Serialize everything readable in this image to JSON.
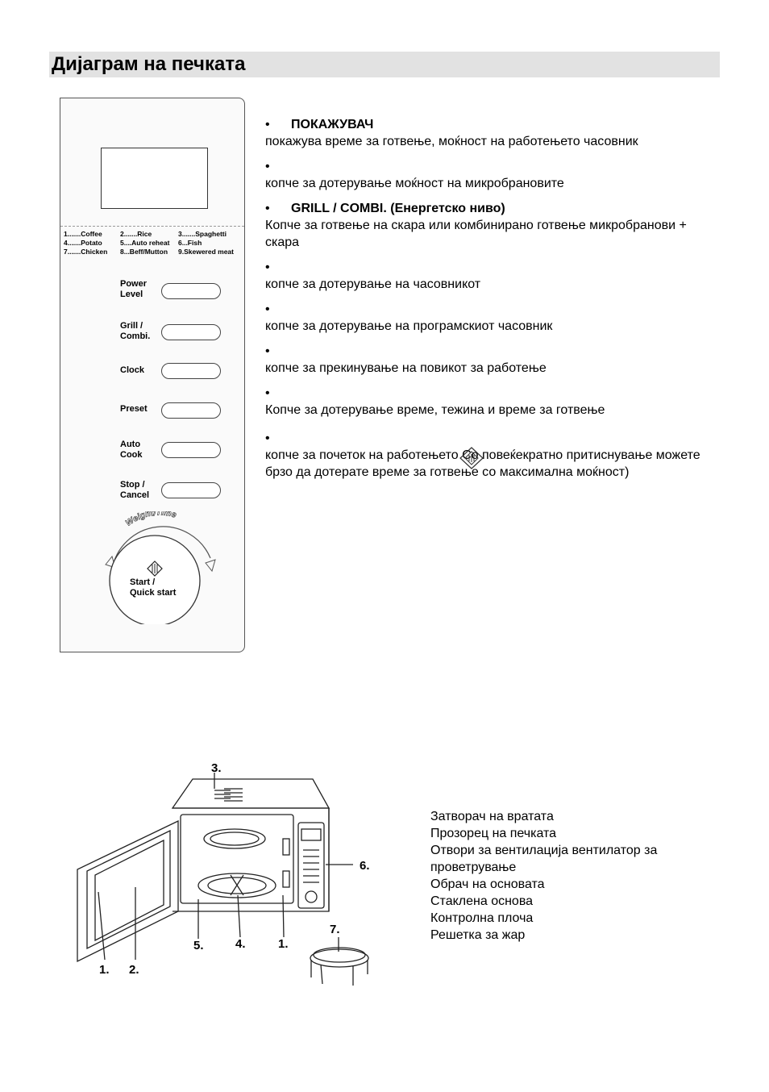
{
  "heading": "Дијаграм на печката",
  "control_panel": {
    "menu": [
      [
        "1.......Coffee",
        "2.......Rice",
        "3.......Spaghetti"
      ],
      [
        "4.......Potato",
        "5....Auto reheat",
        "6...Fish"
      ],
      [
        "7.......Chicken",
        "8...Beff/Mutton",
        "9.Skewered meat"
      ]
    ],
    "buttons": [
      {
        "line1": "Power",
        "line2": "Level"
      },
      {
        "line1": "Grill /",
        "line2": "Combi."
      },
      {
        "line1": "Clock",
        "line2": ""
      },
      {
        "line1": "Preset",
        "line2": ""
      },
      {
        "line1": "Auto",
        "line2": "Cook"
      },
      {
        "line1": "Stop /",
        "line2": "Cancel"
      }
    ],
    "dial_arc_text": "Weight/Time",
    "start_line1": "Start /",
    "start_line2": "Quick start"
  },
  "descriptions": [
    {
      "title": "ПОКАЖУВАЧ",
      "text": " покажува време за готвење, моќност на работењето часовник"
    },
    {
      "title": "",
      "text": " копче за дотерување моќност на микробрановите"
    },
    {
      "title": "GRILL / COMBI.  (Енергетско ниво)",
      "text": " Копче за готвење на скара или комбинирано готвење микробранови + скара"
    },
    {
      "title": "",
      "text": " копче за дотерување на часовникот"
    },
    {
      "title": "",
      "text": " копче за дотерување на програмскиот часовник"
    },
    {
      "title": "",
      "text": " копче за прекинување на повикот за работење"
    },
    {
      "title": "",
      "text": " Копче за дотерување време, тежина и време за готвење"
    },
    {
      "title": "",
      "text": " копче за почеток на работењето  Со повеќекратно притиснување можете брзо да дотерате време за готвење со максимална моќност)"
    }
  ],
  "callouts": [
    "3.",
    "6.",
    "7.",
    "5.",
    "4.",
    "1.",
    "1.",
    "2."
  ],
  "parts": [
    "Затворач на вратата",
    "Прозорец на печката",
    "Отвори за вентилација  вентилатор за проветрување",
    "Обрач на основата",
    "Стаклена основа",
    "Контролна плоча",
    "Решетка за жар"
  ],
  "icons": {
    "start": "start-diamond-icon"
  }
}
